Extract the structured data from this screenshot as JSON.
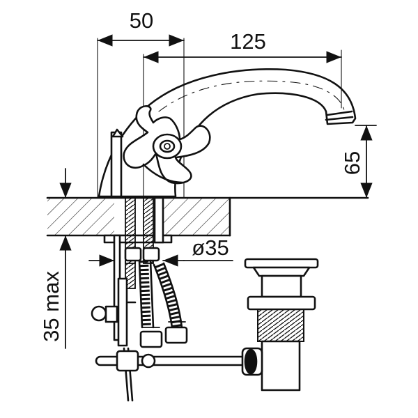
{
  "drawing": {
    "dimensions": {
      "width_top": "50",
      "spout_reach": "125",
      "spout_height": "65",
      "hole_diameter": "ø35",
      "max_thickness": "35 max"
    },
    "colors": {
      "line": "#111111",
      "background": "#ffffff"
    }
  }
}
